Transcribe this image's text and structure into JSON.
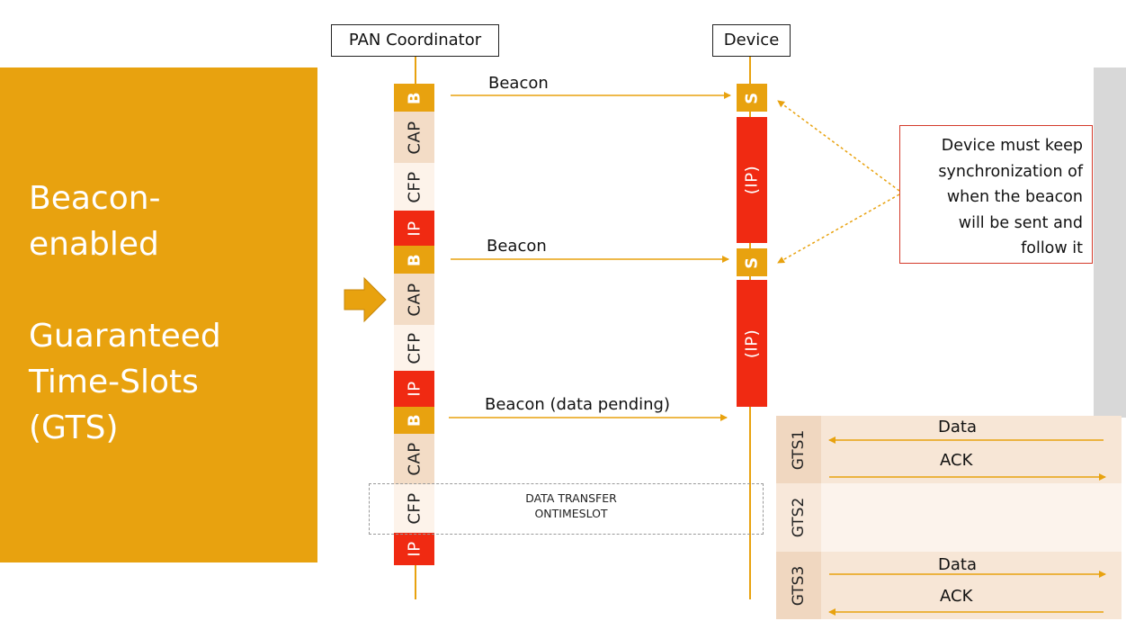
{
  "left_panel": {
    "line1": "Beacon-",
    "line2": "enabled",
    "line3": "Guaranteed",
    "line4": "Time-Slots",
    "line5": "(GTS)"
  },
  "headers": {
    "coordinator": "PAN Coordinator",
    "device": "Device"
  },
  "coordinator_segments": {
    "b": "B",
    "cap": "CAP",
    "cfp": "CFP",
    "ip": "IP"
  },
  "device_segments": {
    "s": "S",
    "ip": "(IP)"
  },
  "messages": {
    "beacon1": "Beacon",
    "beacon2": "Beacon",
    "beacon3": "Beacon (data pending)"
  },
  "note": {
    "line1": "Device must keep",
    "line2": "synchronization of",
    "line3": "when the beacon",
    "line4": "will be sent and",
    "line5": "follow it"
  },
  "transfer": {
    "line1": "DATA TRANSFER",
    "line2": "ONTIMESLOT"
  },
  "gts": {
    "gts1": {
      "label": "GTS1",
      "top_msg": "Data",
      "bottom_msg": "ACK"
    },
    "gts2": {
      "label": "GTS2"
    },
    "gts3": {
      "label": "GTS3",
      "top_msg": "Data",
      "bottom_msg": "ACK"
    }
  },
  "colors": {
    "orange": "#E8A20F",
    "red": "#F02A12",
    "cap": "#F3DCC6",
    "cfp": "#FDF3EA",
    "note_border": "#D43A2A"
  }
}
